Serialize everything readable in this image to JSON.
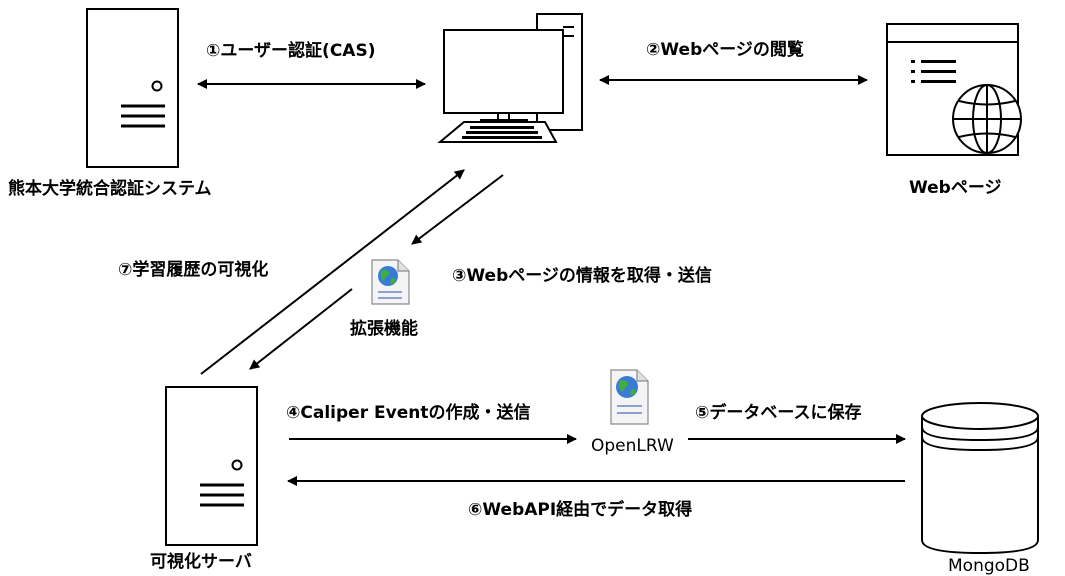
{
  "nodes": {
    "auth_system": "熊本大学統合認証システム",
    "webpage": "Webページ",
    "extension": "拡張機能",
    "viz_server": "可視化サーバ",
    "openlrw": "OpenLRW",
    "mongodb": "MongoDB"
  },
  "edges": {
    "step1": "①ユーザー認証(CAS)",
    "step2": "②Webページの閲覧",
    "step3": "③Webページの情報を取得・送信",
    "step4": "④Caliper Eventの作成・送信",
    "step5": "⑤データベースに保存",
    "step6": "⑥WebAPI経由でデータ取得",
    "step7": "⑦学習履歴の可視化"
  },
  "icons": [
    "server-icon",
    "desktop-computer-icon",
    "web-page-globe-icon",
    "extension-file-icon",
    "openlrw-file-icon",
    "database-icon"
  ]
}
